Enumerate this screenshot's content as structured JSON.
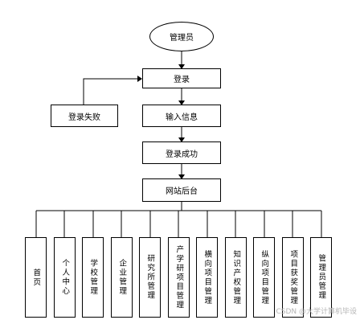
{
  "root": "管理员",
  "login": "登录",
  "login_fail": "登录失败",
  "input_info": "输入信息",
  "login_success": "登录成功",
  "backend": "网站后台",
  "modules": [
    "首页",
    "个人中心",
    "学校管理",
    "企业管理",
    "研究所管理",
    "产学研项目管理",
    "横向项目管理",
    "知识产权管理",
    "纵向项目管理",
    "项目获奖管理",
    "管理员管理"
  ],
  "watermark": "CSDN @大学计算机毕设"
}
